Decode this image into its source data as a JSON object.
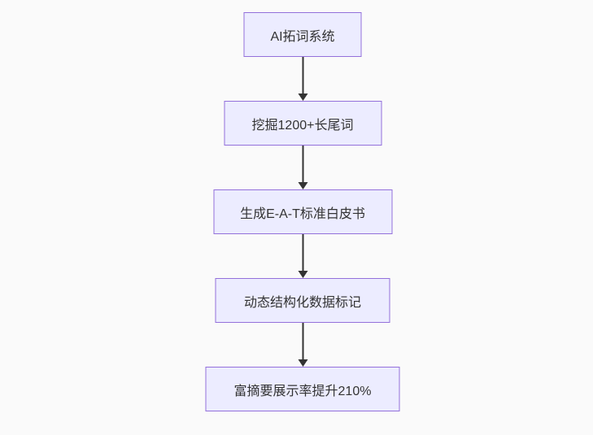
{
  "page": {
    "background_color": "#fafafa"
  },
  "flowchart": {
    "type": "flowchart",
    "direction": "top-down",
    "node_fill_color": "#ECECFF",
    "node_border_color": "#9370DB",
    "text_color": "#333333",
    "arrow_color": "#333333",
    "nodes": [
      {
        "label": "AI拓词系统"
      },
      {
        "label": "挖掘1200+长尾词"
      },
      {
        "label": "生成E-A-T标准白皮书"
      },
      {
        "label": "动态结构化数据标记"
      },
      {
        "label": "富摘要展示率提升210%"
      }
    ],
    "edges": [
      {
        "from": 0,
        "to": 1
      },
      {
        "from": 1,
        "to": 2
      },
      {
        "from": 2,
        "to": 3
      },
      {
        "from": 3,
        "to": 4
      }
    ]
  }
}
